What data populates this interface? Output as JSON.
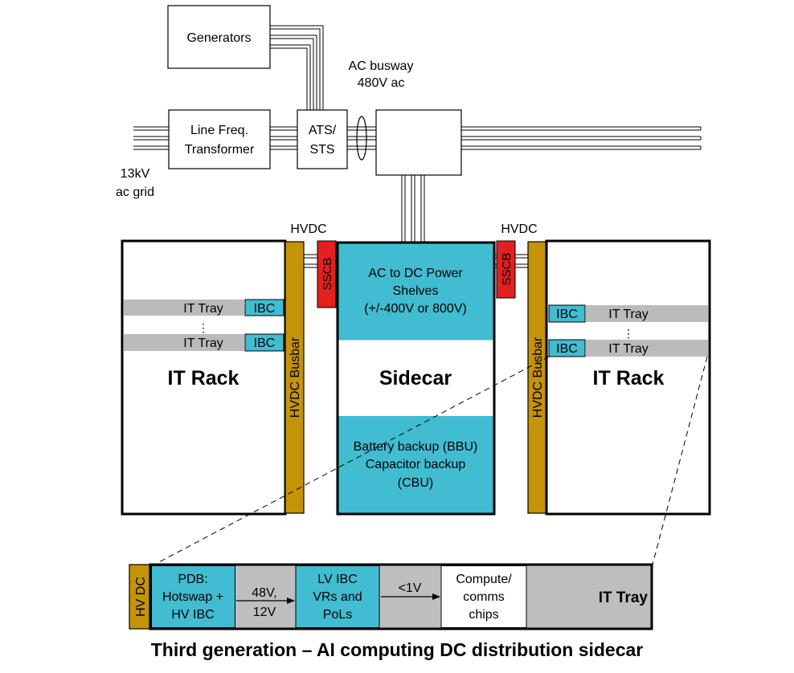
{
  "colors": {
    "cyan": "#41BCD1",
    "gold": "#C59306",
    "red": "#E31F1F",
    "gray": "#BEBEBE",
    "tray_gray": "#BBBBBB"
  },
  "labels": {
    "generators": "Generators",
    "line_freq_1": "Line Freq.",
    "line_freq_2": "Transformer",
    "ats_1": "ATS/",
    "ats_2": "STS",
    "ac_busway_1": "AC busway",
    "ac_busway_2": "480V ac",
    "grid_1": "13kV",
    "grid_2": "ac grid",
    "hvdc_left": "HVDC",
    "hvdc_right": "HVDC",
    "sscb": "SSCB",
    "hvdc_busbar": "HVDC Busbar",
    "it_tray": "IT Tray",
    "ibc": "IBC",
    "dots": "⋮",
    "it_rack": "IT Rack",
    "sidecar": "Sidecar",
    "psu_1": "AC to DC Power",
    "psu_2": "Shelves",
    "psu_3": "(+/-400V or 800V)",
    "bbu_1": "Battery backup (BBU)",
    "bbu_2": "Capacitor backup",
    "bbu_3": "(CBU)",
    "hv_dc": "HV DC",
    "pdb_1": "PDB:",
    "pdb_2": "Hotswap +",
    "pdb_3": "HV IBC",
    "v48_1": "48V,",
    "v48_2": "12V",
    "lv_1": "LV IBC",
    "lv_2": "VRs and",
    "lv_3": "PoLs",
    "v1": "<1V",
    "compute_1": "Compute/",
    "compute_2": "comms",
    "compute_3": "chips",
    "it_tray_bottom": "IT Tray"
  },
  "caption": "Third generation – AI computing DC distribution sidecar"
}
